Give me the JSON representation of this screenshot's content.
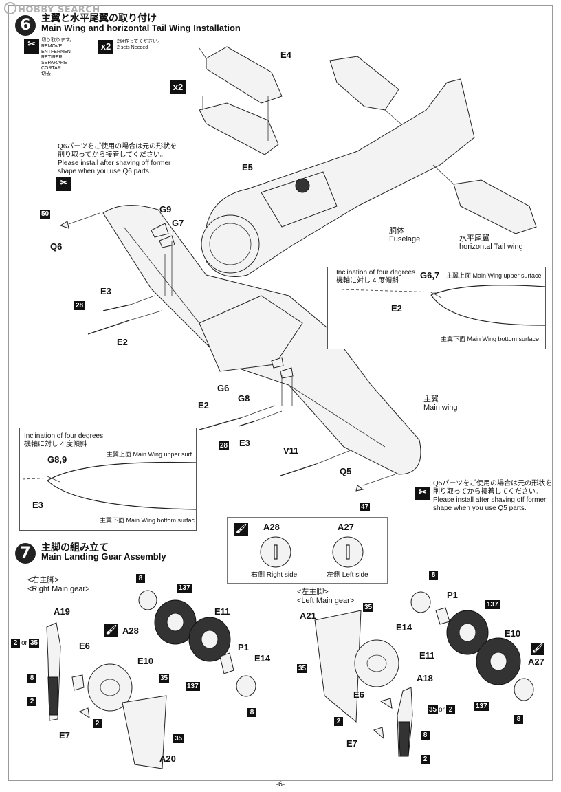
{
  "watermark": "HOBBY SEARCH",
  "step6": {
    "number": "6",
    "title_jp": "主翼と水平尾翼の取り付け",
    "title_en": "Main Wing and horizontal Tail Wing Installation",
    "remove_jp": "切り取ります。",
    "remove_langs": [
      "REMOVE",
      "ENTFERNEN",
      "RETIRER",
      "SEPARARE",
      "CORTAR",
      "切去"
    ],
    "x2_icon": "x2",
    "x2_jp": "2組作ってください。",
    "x2_en": "2 sets Needed",
    "q6_note_jp": "Q6パーツをご使用の場合は元の形状を\n削り取ってから接着してください。",
    "q6_note_en": "Please install after shaving off former\nshape when you use Q6 parts.",
    "q5_note_jp": "Q5パーツをご使用の場合は元の形状を\n削り取ってから接着してください。",
    "q5_note_en": "Please install after shaving off former\nshape when you use Q5 parts.",
    "labels": {
      "e4": "E4",
      "e5": "E5",
      "x2": "x2",
      "g9": "G9",
      "g7": "G7",
      "q6": "Q6",
      "badge50": "50",
      "e3a": "E3",
      "e2a": "E2",
      "badge28a": "28",
      "g6": "G6",
      "g8": "G8",
      "e2b": "E2",
      "e3b": "E3",
      "badge28b": "28",
      "v11": "V11",
      "q5": "Q5",
      "badge47": "47"
    },
    "fuselage_jp": "胴体",
    "fuselage_en": "Fuselage",
    "tail_jp": "水平尾翼",
    "tail_en": "horizontal Tail wing",
    "mainwing_jp": "主翼",
    "mainwing_en": "Main wing",
    "inset1": {
      "title_en": "Inclination of four degrees",
      "title_jp": "機軸に対し 4 度傾斜",
      "part": "G6,7",
      "upper": "主翼上面 Main Wing upper surface",
      "bottom": "主翼下面 Main Wing bottom surface",
      "e2": "E2"
    },
    "inset2": {
      "title_en": "Inclination of four degrees",
      "title_jp": "機軸に対し 4 度傾斜",
      "part": "G8,9",
      "upper": "主翼上面 Main Wing upper surf",
      "bottom": "主翼下面 Main Wing bottom surfac",
      "e3": "E3"
    }
  },
  "paint_box": {
    "a28": "A28",
    "a27": "A27",
    "right": "右側 Right side",
    "left": "左側 Left side"
  },
  "step7": {
    "number": "7",
    "title_jp": "主脚の組み立て",
    "title_en": "Main Landing Gear Assembly",
    "right_jp": "<右主脚>",
    "right_en": "<Right Main gear>",
    "left_jp": "<左主脚>",
    "left_en": "<Left Main gear>",
    "labels": {
      "a19": "A19",
      "b2or": "2",
      "or": "or",
      "b35": "35",
      "b8a": "8",
      "b2a": "2",
      "e6a": "E6",
      "e7a": "E7",
      "b2b": "2",
      "a20": "A20",
      "b35b": "35",
      "b35c": "35",
      "b8top": "8",
      "b137a": "137",
      "a28": "A28",
      "e10a": "E10",
      "e11a": "E11",
      "b137b": "137",
      "p1a": "P1",
      "e14a": "E14",
      "b8b": "8",
      "a21": "A21",
      "b35d": "35",
      "b35e": "35",
      "e6b": "E6",
      "a18": "A18",
      "b35f": "35",
      "or2": "or",
      "b2c": "2",
      "b2d": "2",
      "b8c": "8",
      "e7b": "E7",
      "b2e": "2",
      "b8d": "8",
      "p1b": "P1",
      "b137c": "137",
      "e14b": "E14",
      "e11b": "E11",
      "e10b": "E10",
      "a27": "A27",
      "b137d": "137",
      "b8e": "8"
    }
  },
  "page_number": "-6-"
}
